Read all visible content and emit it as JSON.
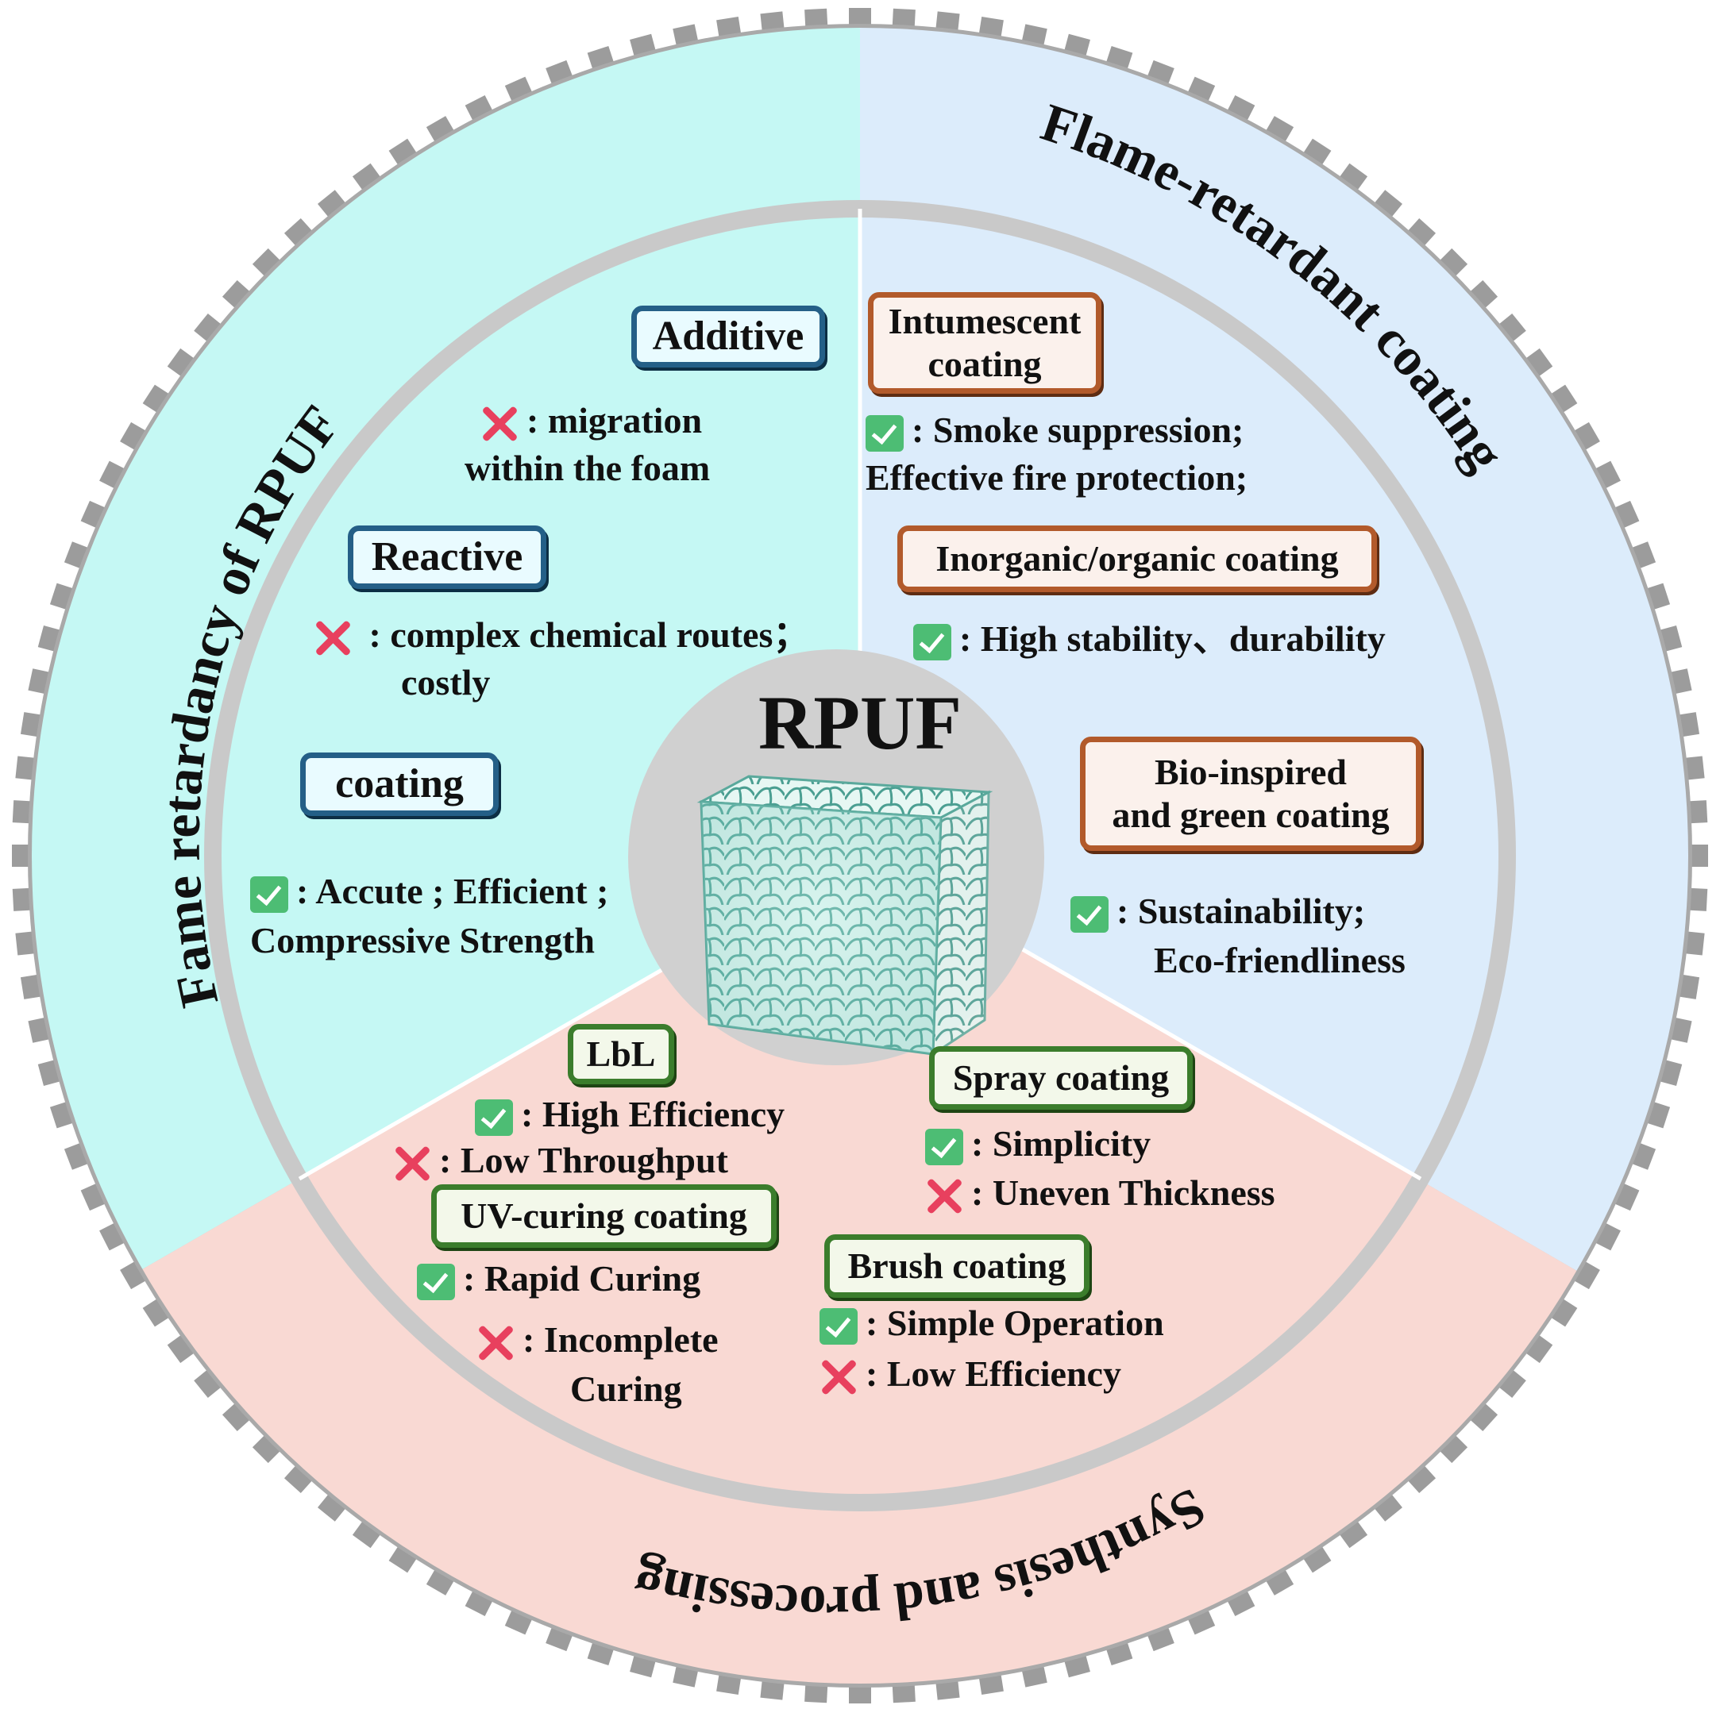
{
  "center": {
    "title": "RPUF"
  },
  "ring_titles": {
    "left": "Fame retardancy of RPUF",
    "right": "Flame-retardant coating",
    "bottom": "Synthesis and processing"
  },
  "colors": {
    "left_sector": "#c5f8f4",
    "right_sector": "#dcecfb",
    "bottom_sector": "#f9d9d3",
    "ring": "#c9c9c9",
    "check": "#4dbd74",
    "cross": "#e8405e",
    "blue_box": "#245f87",
    "orange_box": "#b25a2b",
    "green_box": "#3b7d2c"
  },
  "left_panel": {
    "additive": {
      "label": "Additive",
      "cons": [
        "migration",
        "within the foam"
      ]
    },
    "reactive": {
      "label": "Reactive",
      "cons": [
        "complex chemical routes；",
        "costly"
      ]
    },
    "coating": {
      "label": "coating",
      "pros": [
        "Accute ; Efficient ;",
        "Compressive Strength"
      ]
    }
  },
  "right_panel": {
    "intumescent": {
      "label": [
        "Intumescent",
        "coating"
      ],
      "pros": [
        "Smoke suppression;",
        "Effective fire protection;"
      ]
    },
    "inorganic": {
      "label": "Inorganic/organic coating",
      "pros": [
        "High stability、durability"
      ]
    },
    "bio": {
      "label": [
        "Bio-inspired",
        "and green coating"
      ],
      "pros": [
        "Sustainability;",
        "Eco-friendliness"
      ]
    }
  },
  "bottom_panel": {
    "lbl": {
      "label": "LbL",
      "pros": "High Efficiency",
      "cons": "Low Throughput"
    },
    "uv": {
      "label": "UV-curing coating",
      "pros": "Rapid Curing",
      "cons": [
        "Incomplete",
        "Curing"
      ]
    },
    "spray": {
      "label": "Spray coating",
      "pros": "Simplicity",
      "cons": "Uneven Thickness"
    },
    "brush": {
      "label": "Brush coating",
      "pros": "Simple Operation",
      "cons": "Low Efficiency"
    }
  }
}
